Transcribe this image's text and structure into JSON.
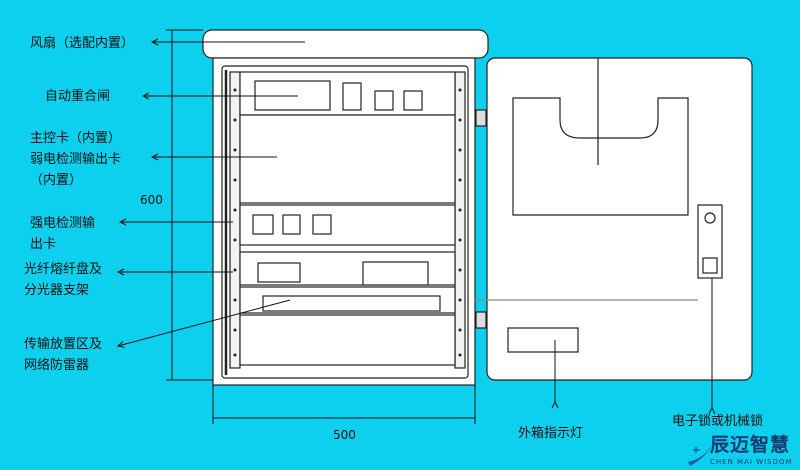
{
  "labels": {
    "fan": "风扇（选配内置）",
    "auto_recloser": "自动重合闸",
    "main_card_1": "主控卡（内置）",
    "main_card_2": "弱电检测输出卡",
    "main_card_3": "（内置）",
    "strong_1": "强电检测输",
    "strong_2": "出卡",
    "fiber_1": "光纤熔纤盘及",
    "fiber_2": "分光器支架",
    "trans_1": "传输放置区及",
    "trans_2": "网络防雷器",
    "indicator": "外箱指示灯",
    "lock": "电子锁或机械锁"
  },
  "dimensions": {
    "height": "600",
    "width": "500"
  },
  "logo": {
    "cn": "辰迈智慧",
    "en": "CHEN MAI WISDOM"
  },
  "colors": {
    "background": "#0cd0ee",
    "logo": "#123a6e"
  }
}
